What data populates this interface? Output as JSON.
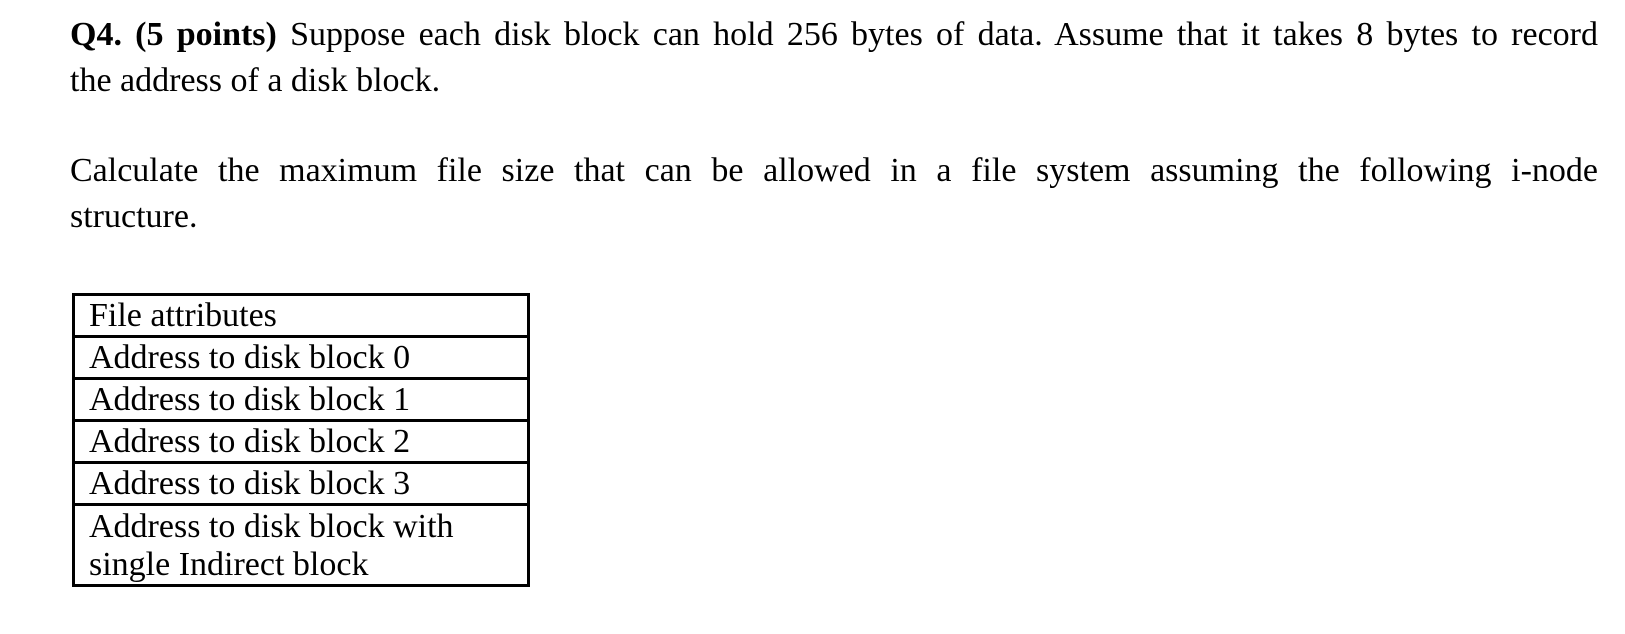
{
  "page": {
    "colors": {
      "background": "#ffffff",
      "text": "#000000",
      "table_border": "#000000"
    },
    "question": {
      "label": "Q4. (5 points)",
      "intro_line1": "Suppose each disk block can hold 256 bytes of data. Assume that it takes 8 bytes to record",
      "intro_line2": "the address of a disk block.",
      "task_line1": "Calculate the maximum file size that can be allowed in a file system assuming the following i-node",
      "task_line2": "structure."
    },
    "inode_table": {
      "rows": [
        "File attributes",
        "Address to disk block 0",
        "Address to disk block 1",
        "Address to disk block 2",
        "Address to disk block 3",
        "Address to disk block with single Indirect block"
      ]
    }
  }
}
